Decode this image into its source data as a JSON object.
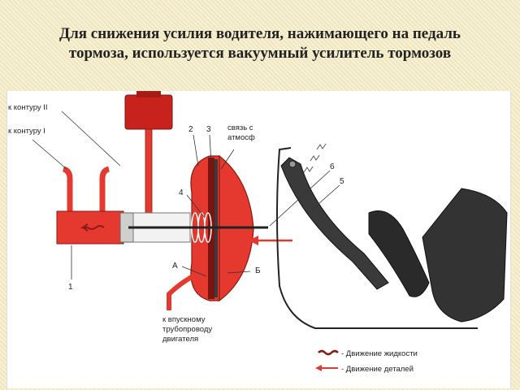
{
  "title": {
    "line1": "Для снижения усилия водителя, нажимающего на педаль",
    "line2": "тормоза, используется вакуумный усилитель тормозов"
  },
  "labels": {
    "circuit2": "к контуру II",
    "circuit1": "к контуру I",
    "n1": "1",
    "n2": "2",
    "n3": "3",
    "n4": "4",
    "n5": "5",
    "n6": "6",
    "atm1": "связь с",
    "atm2": "атмосф",
    "chamberA": "А",
    "chamberB": "Б",
    "intake1": "к впускному",
    "intake2": "трубопроводу",
    "intake3": "двигателя"
  },
  "legend": {
    "fluid": "- Движение жидкости",
    "parts": "- Движение деталей"
  },
  "colors": {
    "red": "#e5392f",
    "darkred": "#b5241d",
    "pedal": "#2f2f2f"
  }
}
